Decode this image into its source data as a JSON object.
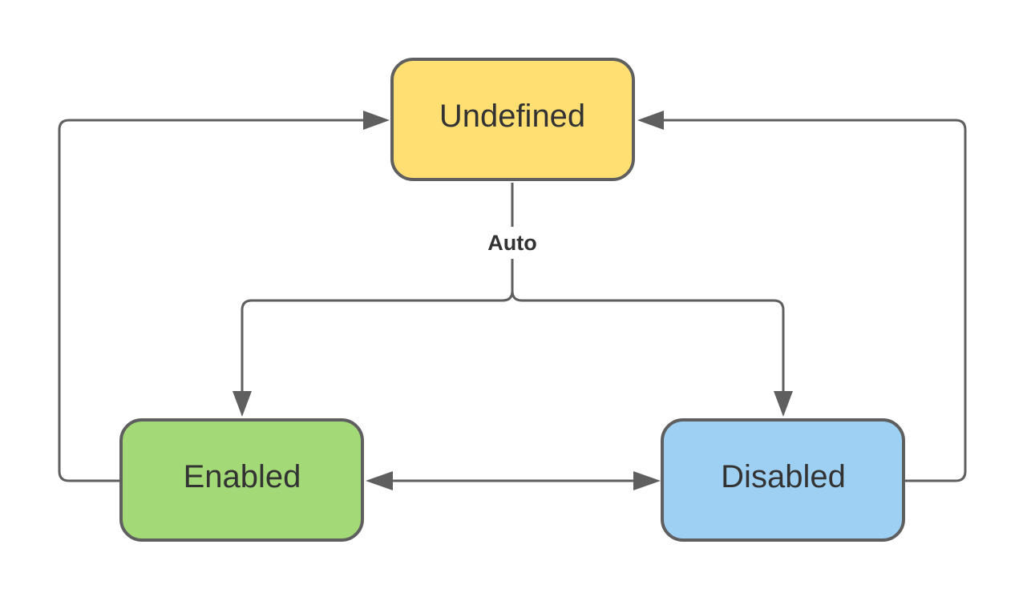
{
  "nodes": {
    "undefined": {
      "label": "Undefined",
      "color": "#ffdf71"
    },
    "enabled": {
      "label": "Enabled",
      "color": "#a3d977"
    },
    "disabled": {
      "label": "Disabled",
      "color": "#9dd0f3"
    }
  },
  "edges": {
    "auto_label": "Auto"
  },
  "colors": {
    "stroke": "#5f5f5f",
    "text": "#333333"
  }
}
